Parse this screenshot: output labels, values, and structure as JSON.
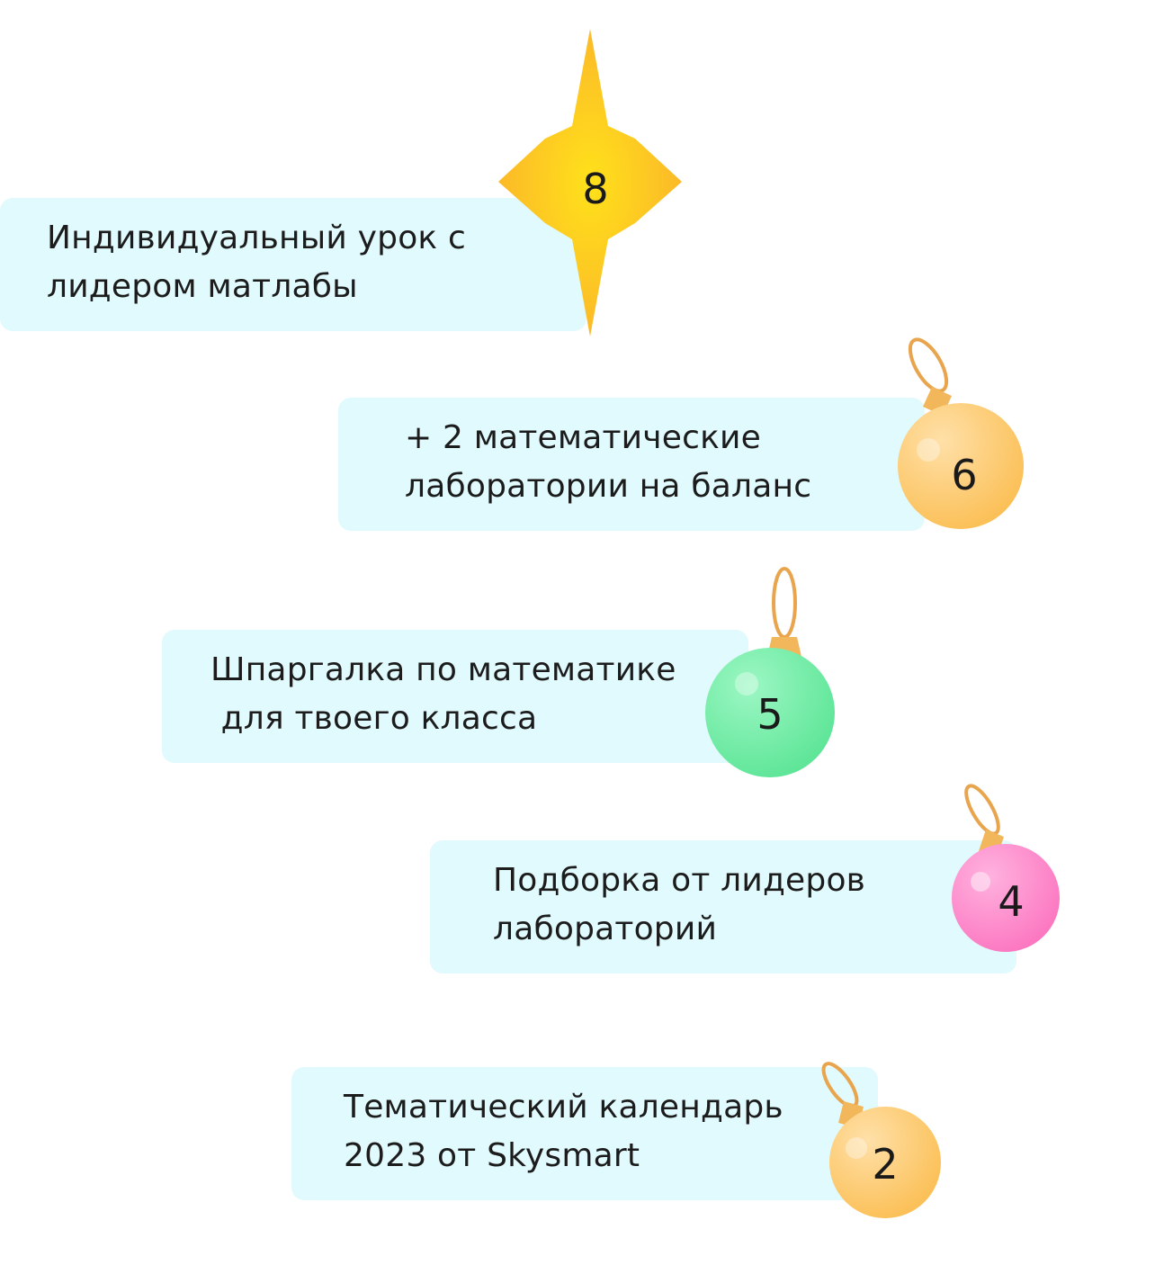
{
  "rewards": [
    {
      "number": "8",
      "line1": "Индивидуальный урок с",
      "line2": "лидером матлабы",
      "ornament": "star",
      "color": "#ffc933"
    },
    {
      "number": "6",
      "line1": "+ 2 математические",
      "line2": "лаборатории на баланс",
      "ornament": "bauble",
      "color": "#ffc566"
    },
    {
      "number": "5",
      "line1": "Шпаргалка по математике",
      "line2": " для твоего класса",
      "ornament": "bauble",
      "color": "#6fe8a0"
    },
    {
      "number": "4",
      "line1": "Подборка от лидеров",
      "line2": "лабораторий",
      "ornament": "bauble",
      "color": "#ff7fc4"
    },
    {
      "number": "2",
      "line1": "Тематический календарь",
      "line2": "2023 от Skysmart",
      "ornament": "bauble",
      "color": "#ffc566"
    }
  ],
  "colors": {
    "card_background": "#e1fafd",
    "cap": "#f2b75b",
    "string": "#e8a54e"
  }
}
